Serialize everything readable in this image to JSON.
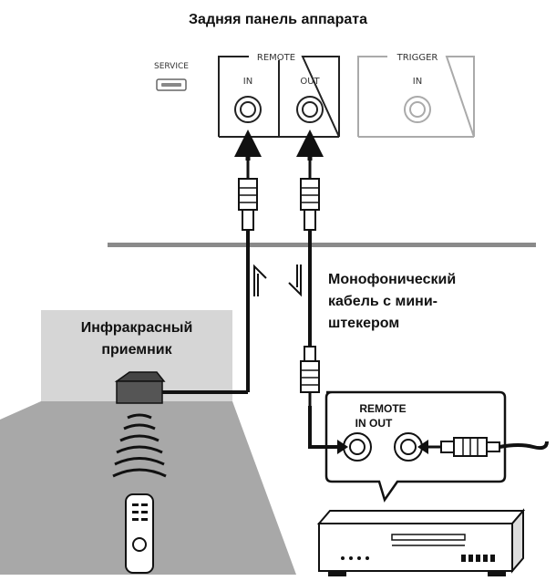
{
  "title": "Задняя панель аппарата",
  "rear_panel": {
    "service_label": "SERVICE",
    "remote_label": "REMOTE",
    "remote_in_label": "IN",
    "remote_out_label": "OUT",
    "trigger_label": "TRIGGER",
    "trigger_in_label": "IN"
  },
  "cable_label": {
    "line1": "Монофонический",
    "line2": "кабель с мини-",
    "line3": "штекером"
  },
  "receiver_label": {
    "line1": "Инфракрасный",
    "line2": "приемник"
  },
  "device_panel": {
    "remote_label": "REMOTE",
    "in_out_label": "IN OUT"
  },
  "colors": {
    "cable": "#111111",
    "panel_stroke": "#222222",
    "wall": "#888888",
    "receiver_bg": "#d4d4d4",
    "floor": "#a8a8a8",
    "trigger_stroke": "#aaaaaa"
  }
}
